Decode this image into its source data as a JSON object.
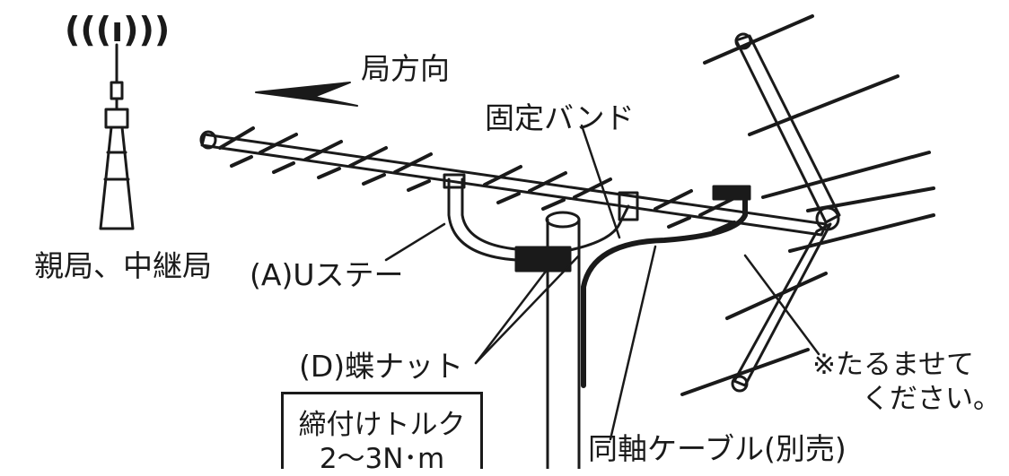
{
  "labels": {
    "station_direction": "局方向",
    "station": "親局、中継局",
    "u_stay": "(A)Uステー",
    "fixing_band": "固定バンド",
    "wing_nut": "(D)蝶ナット",
    "torque_title": "締付けトルク",
    "torque_value": "2～3N･m",
    "coax_cable": "同軸ケーブル(別売)",
    "slack_note_line1": "※たるませて",
    "slack_note_line2": "ください。"
  },
  "tower": {
    "signal_glyph": "(((ı)))"
  },
  "colors": {
    "ink": "#1a1a1a",
    "background": "#ffffff"
  }
}
